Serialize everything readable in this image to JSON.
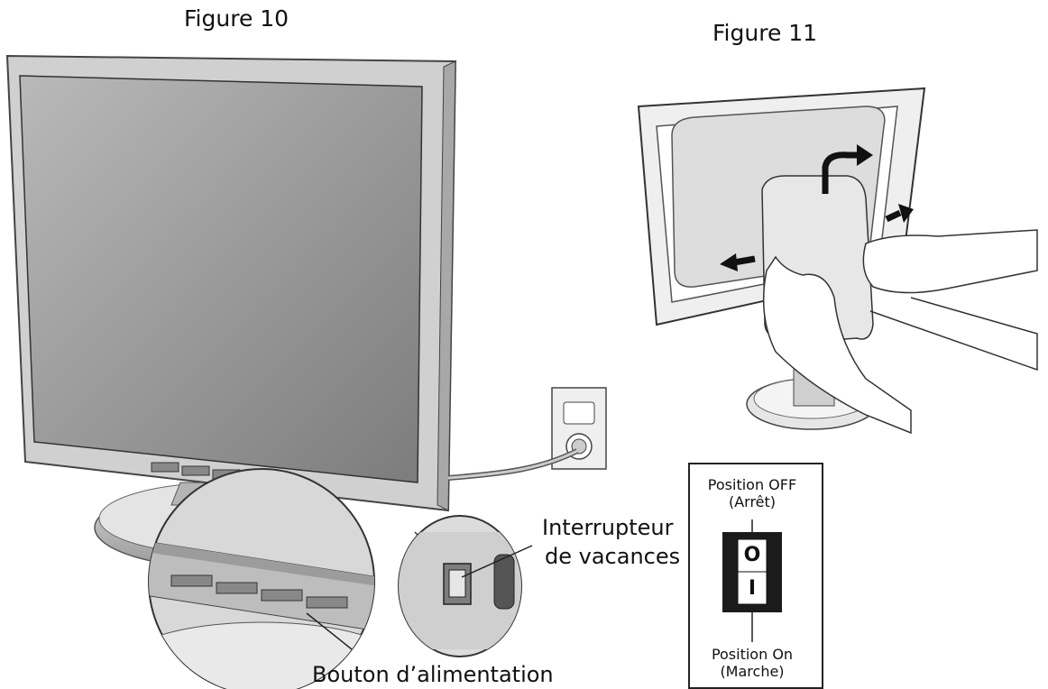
{
  "figure10": {
    "title": "Figure 10",
    "vacation_switch_label_line1": "Interrupteur",
    "vacation_switch_label_line2": "de vacances",
    "power_button_label": "Bouton d’alimentation"
  },
  "figure11": {
    "title": "Figure 11"
  },
  "switch_panel": {
    "off_line1": "Position OFF",
    "off_line2": "(Arrêt)",
    "on_line1": "Position On",
    "on_line2": "(Marche)",
    "symbol_off": "O",
    "symbol_on": "I"
  }
}
